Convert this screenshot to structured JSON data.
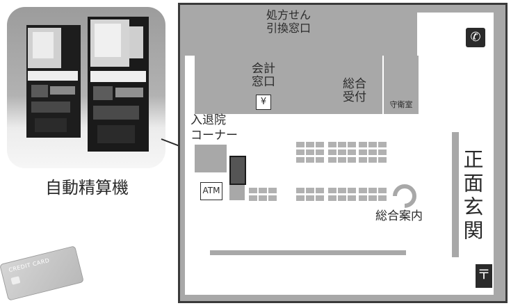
{
  "machine_caption": "自動精算機",
  "card_text": "CREDIT CARD",
  "floor": {
    "prescription_window": "処方せん\n引換窓口",
    "accounting_window": "会計\n窓口",
    "yen_symbol": "¥",
    "general_reception": "総合\n受付",
    "guard_room": "守衛室",
    "admission_corner": "入退院\nコーナー",
    "atm": "ATM",
    "information": "総合案内",
    "main_entrance": "正面玄関"
  },
  "icons": [
    "photo-of-payment-machines",
    "telephone-icon",
    "postbox-icon",
    "credit-card-icon",
    "information-desk-icon"
  ],
  "colors": {
    "wall": "#a8a8a8",
    "frame": "#3a3a3a",
    "seat": "#b1b1b1",
    "machine": "#555555"
  }
}
